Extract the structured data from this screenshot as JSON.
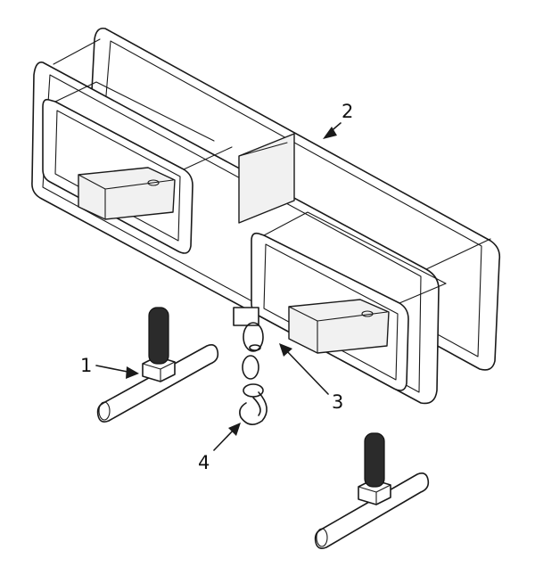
{
  "callouts": [
    {
      "label": "1",
      "part": "t-bolt-clamp"
    },
    {
      "label": "2",
      "part": "main-frame"
    },
    {
      "label": "3",
      "part": "shackle-chain"
    },
    {
      "label": "4",
      "part": "swivel-hook"
    }
  ],
  "colors": {
    "line": "#1a1a1a",
    "bolt": "#2b2b2b",
    "background": "#ffffff"
  }
}
